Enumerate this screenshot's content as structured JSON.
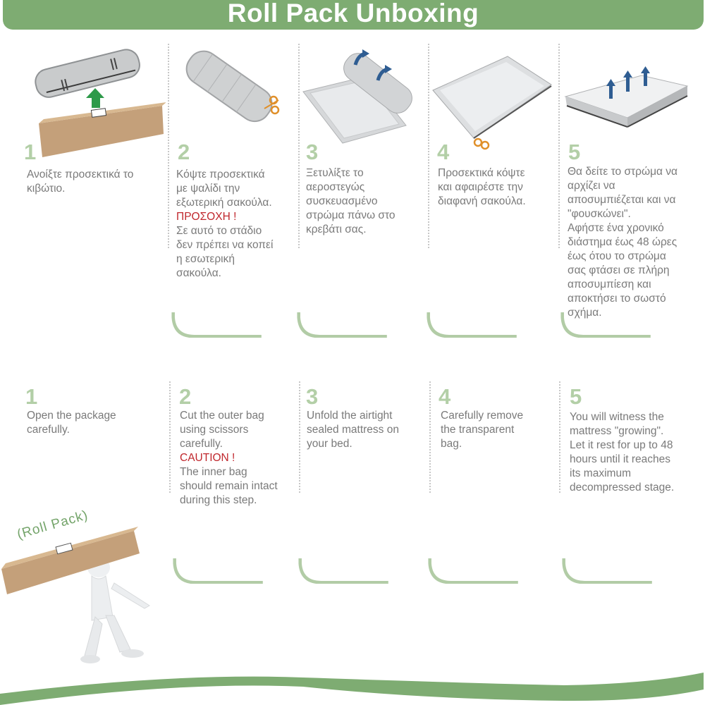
{
  "header": {
    "title": "Roll Pack Unboxing"
  },
  "colors": {
    "accent_green": "#7eac72",
    "number_green": "#b3cfa7",
    "warning_red": "#c0272d",
    "body_text": "#7a7a7a",
    "arrow_green": "#2e9a4a",
    "arrow_blue": "#2f5d92",
    "scissors_orange": "#e0902a"
  },
  "steps_greek": [
    {
      "number": "1",
      "lines": "Ανοίξτε προσεκτικά το\nκιβώτιο."
    },
    {
      "number": "2",
      "lines_before": "Κόψτε προσεκτικά\nμε ψαλίδι την\nεξωτερική σακούλα.",
      "warning": "ΠΡΟΣΟΧΗ !",
      "lines_after": "Σε αυτό το στάδιο\nδεν πρέπει να κοπεί\nη εσωτερική\nσακούλα."
    },
    {
      "number": "3",
      "lines": "Ξετυλίξτε το\nαεροστεγώς\nσυσκευασμένο\nστρώμα πάνω στο\nκρεβάτι σας."
    },
    {
      "number": "4",
      "lines": "Προσεκτικά κόψτε\nκαι αφαιρέστε την\nδιαφανή σακούλα."
    },
    {
      "number": "5",
      "lines": "Θα δείτε το στρώμα να\nαρχίζει να\nαποσυμπιέζεται και να\n\"φουσκώνει\".\nΑφήστε ένα χρονικό\nδιάστημα έως 48 ώρες\nέως ότου το στρώμα\nσας φτάσει σε πλήρη\nαποσυμπίεση και\nαποκτήσει το σωστό\nσχήμα."
    }
  ],
  "steps_english": [
    {
      "number": "1",
      "lines": "Open the package\ncarefully."
    },
    {
      "number": "2",
      "lines_before": "Cut the outer bag\nusing scissors\ncarefully.",
      "warning": "CAUTION !",
      "lines_after": "The inner bag\nshould remain intact\nduring this step."
    },
    {
      "number": "3",
      "lines": "Unfold the airtight\nsealed mattress on\nyour bed."
    },
    {
      "number": "4",
      "lines": "Carefully remove\nthe transparent\nbag."
    },
    {
      "number": "5",
      "lines": "You will witness the\nmattress \"growing\".\nLet it rest for up to 48\nhours until it reaches\nits maximum\ndecompressed stage."
    }
  ],
  "illustrations": [
    {
      "step": "1",
      "icon": "box-with-rolled-mattress-and-up-arrow"
    },
    {
      "step": "2",
      "icon": "rolled-mattress-with-scissors"
    },
    {
      "step": "3",
      "icon": "unrolling-mattress-with-arrows"
    },
    {
      "step": "4",
      "icon": "flat-bagged-mattress-with-scissors"
    },
    {
      "step": "5",
      "icon": "expanded-mattress-with-up-arrows"
    }
  ],
  "figure": {
    "label": "(Roll Pack)",
    "icon": "figure-carrying-box"
  }
}
